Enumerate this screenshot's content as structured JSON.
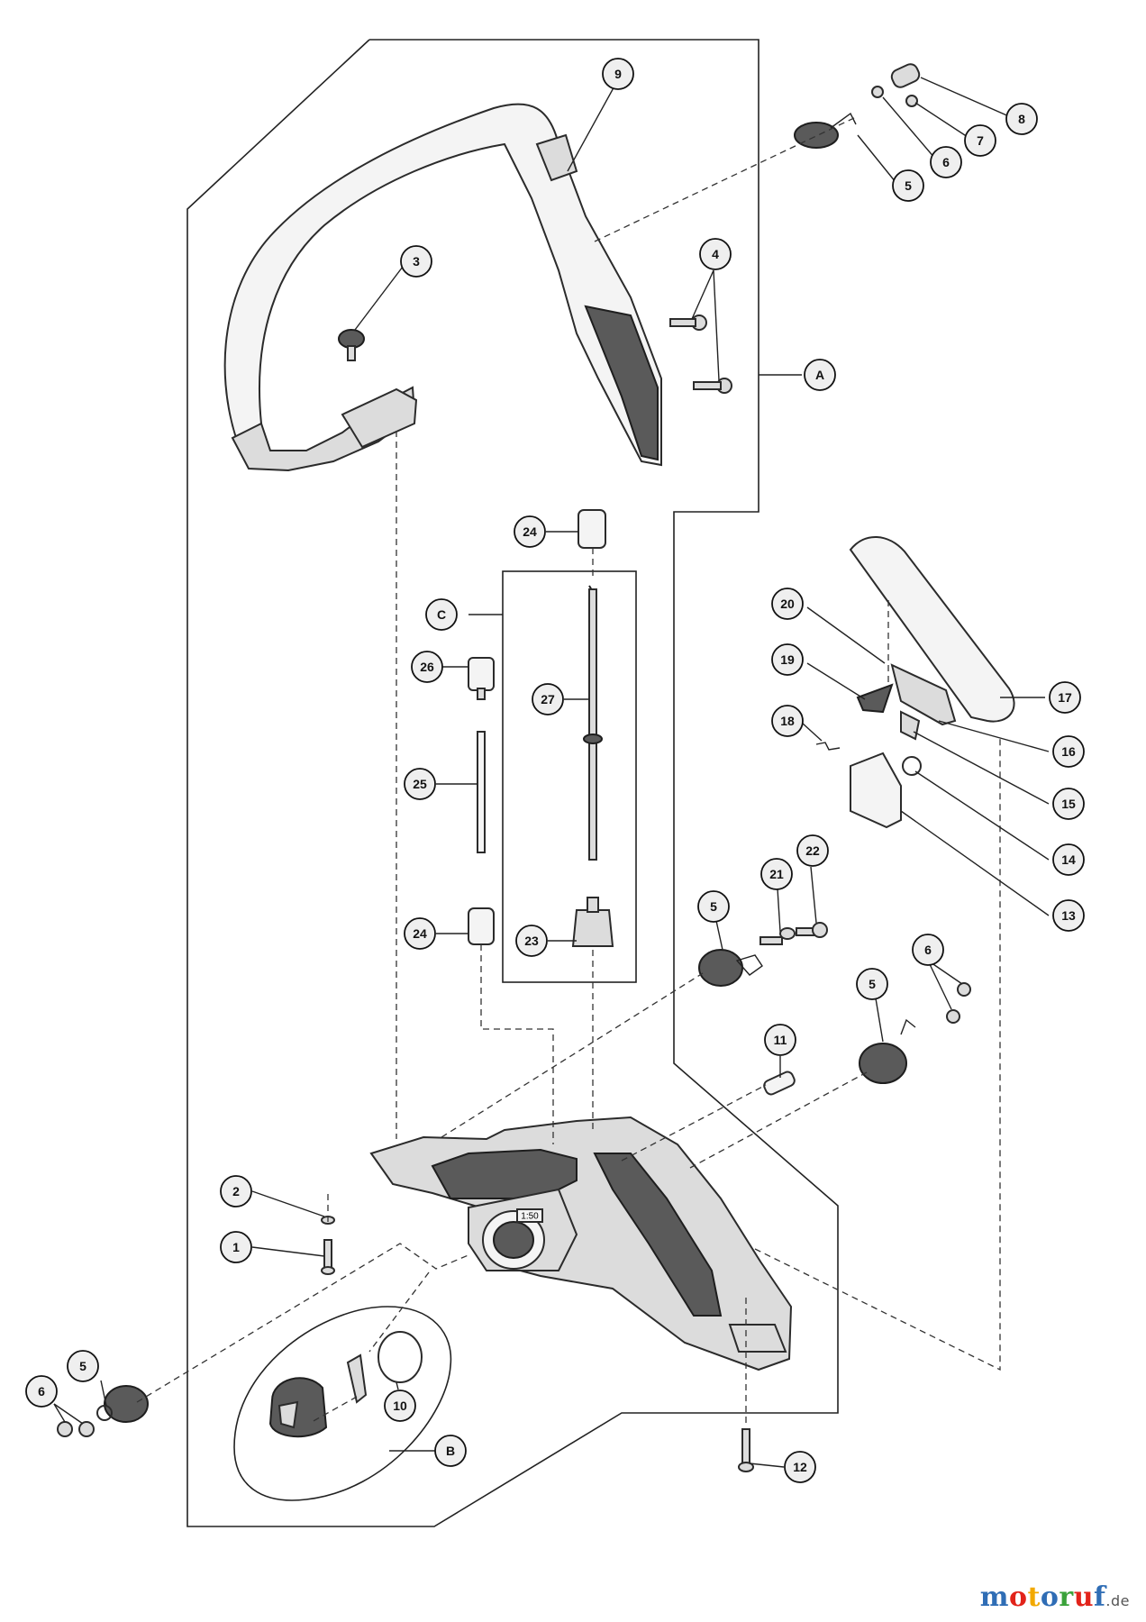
{
  "callouts": [
    {
      "id": "c1",
      "label": "1"
    },
    {
      "id": "c2",
      "label": "2"
    },
    {
      "id": "c3",
      "label": "3"
    },
    {
      "id": "c4",
      "label": "4"
    },
    {
      "id": "cA",
      "label": "A"
    },
    {
      "id": "c5a",
      "label": "5"
    },
    {
      "id": "c6a",
      "label": "6"
    },
    {
      "id": "c7",
      "label": "7"
    },
    {
      "id": "c8",
      "label": "8"
    },
    {
      "id": "c9",
      "label": "9"
    },
    {
      "id": "c24a",
      "label": "24"
    },
    {
      "id": "cC",
      "label": "C"
    },
    {
      "id": "c26",
      "label": "26"
    },
    {
      "id": "c27",
      "label": "27"
    },
    {
      "id": "c25",
      "label": "25"
    },
    {
      "id": "c24b",
      "label": "24"
    },
    {
      "id": "c23",
      "label": "23"
    },
    {
      "id": "c20",
      "label": "20"
    },
    {
      "id": "c19",
      "label": "19"
    },
    {
      "id": "c18",
      "label": "18"
    },
    {
      "id": "c17",
      "label": "17"
    },
    {
      "id": "c16",
      "label": "16"
    },
    {
      "id": "c15",
      "label": "15"
    },
    {
      "id": "c14",
      "label": "14"
    },
    {
      "id": "c13",
      "label": "13"
    },
    {
      "id": "c5b",
      "label": "5"
    },
    {
      "id": "c21",
      "label": "21"
    },
    {
      "id": "c22",
      "label": "22"
    },
    {
      "id": "c5c",
      "label": "5"
    },
    {
      "id": "c6b",
      "label": "6"
    },
    {
      "id": "c11",
      "label": "11"
    },
    {
      "id": "c5d",
      "label": "5"
    },
    {
      "id": "c6c",
      "label": "6"
    },
    {
      "id": "c10",
      "label": "10"
    },
    {
      "id": "cB",
      "label": "B"
    },
    {
      "id": "c12",
      "label": "12"
    }
  ],
  "tank_marking": "1:50",
  "watermark": {
    "letters": [
      {
        "char": "m",
        "color": "#2f6db5"
      },
      {
        "char": "o",
        "color": "#e2231a"
      },
      {
        "char": "t",
        "color": "#f2a900"
      },
      {
        "char": "o",
        "color": "#2f6db5"
      },
      {
        "char": "r",
        "color": "#3aa23a"
      },
      {
        "char": "u",
        "color": "#e2231a"
      },
      {
        "char": "f",
        "color": "#2f6db5"
      }
    ],
    "suffix": ".de"
  }
}
